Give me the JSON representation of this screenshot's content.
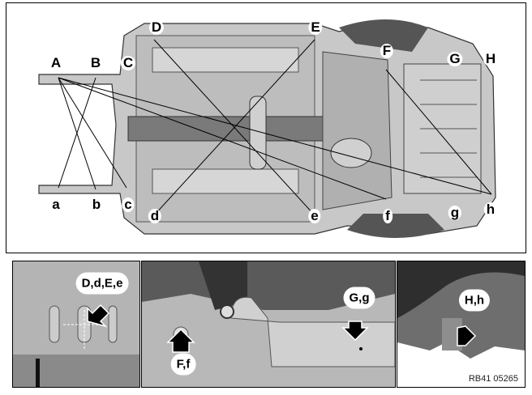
{
  "main_view": {
    "points_upper": [
      "A",
      "B",
      "C",
      "D",
      "E",
      "F",
      "G",
      "H"
    ],
    "points_lower": [
      "a",
      "b",
      "c",
      "d",
      "e",
      "f",
      "g",
      "h"
    ]
  },
  "details": [
    {
      "label": "D,d,E,e"
    },
    {
      "label": "F,f"
    },
    {
      "label": "G,g"
    },
    {
      "label": "H,h"
    }
  ],
  "figure_code": "RB41 05265"
}
